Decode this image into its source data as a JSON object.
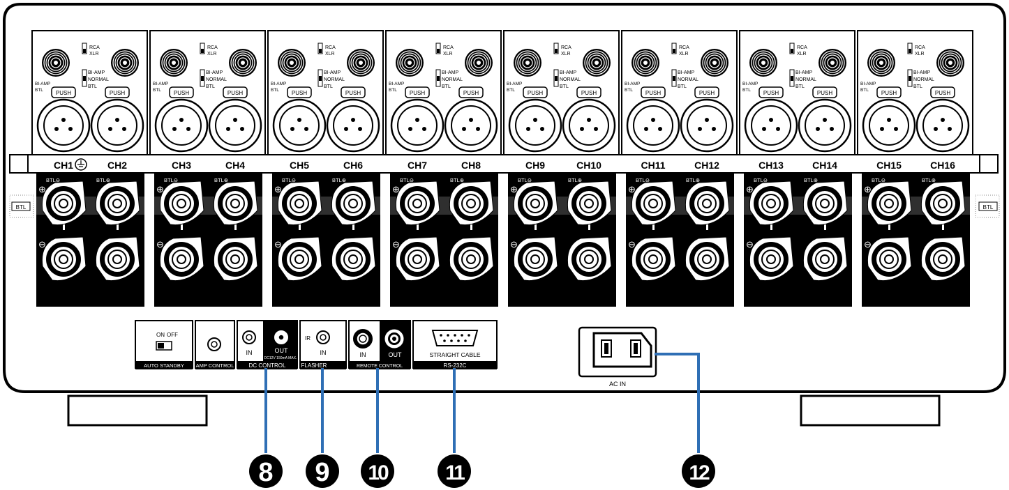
{
  "inputs": {
    "sel1": [
      "RCA",
      "XLR"
    ],
    "sel2": [
      "BI-AMP",
      "NORMAL",
      "BTL"
    ],
    "left_label": [
      "BI-AMP",
      "BTL"
    ],
    "push": "PUSH"
  },
  "channels": [
    "CH1",
    "CH2",
    "CH3",
    "CH4",
    "CH5",
    "CH6",
    "CH7",
    "CH8",
    "CH9",
    "CH10",
    "CH11",
    "CH12",
    "CH13",
    "CH14",
    "CH15",
    "CH16"
  ],
  "speaker": {
    "btl_minus": "BTL⊖",
    "btl_plus": "BTL⊕",
    "side_label": "BTL",
    "plus_sign": "⊕",
    "minus_sign": "⊖"
  },
  "controls": {
    "auto_standby": {
      "on": "ON",
      "off": "OFF",
      "label": "AUTO STANDBY"
    },
    "amp_control": {
      "label": "AMP CONTROL"
    },
    "dc_control": {
      "in": "IN",
      "out": "OUT",
      "note": "DC12V 150mA MAX.",
      "label": "DC CONTROL"
    },
    "flasher": {
      "ir": "IR",
      "in": "IN",
      "label": "FLASHER"
    },
    "remote_control": {
      "in": "IN",
      "out": "OUT",
      "label": "REMOTE CONTROL"
    },
    "rs232c": {
      "cable": "STRAIGHT CABLE",
      "label": "RS-232C"
    },
    "ac_in": {
      "label": "AC IN"
    }
  },
  "callouts": [
    "8",
    "9",
    "10",
    "11",
    "12"
  ],
  "colors": {
    "callout_line": "#2f6fb5",
    "ink": "#000000",
    "paper": "#ffffff"
  }
}
